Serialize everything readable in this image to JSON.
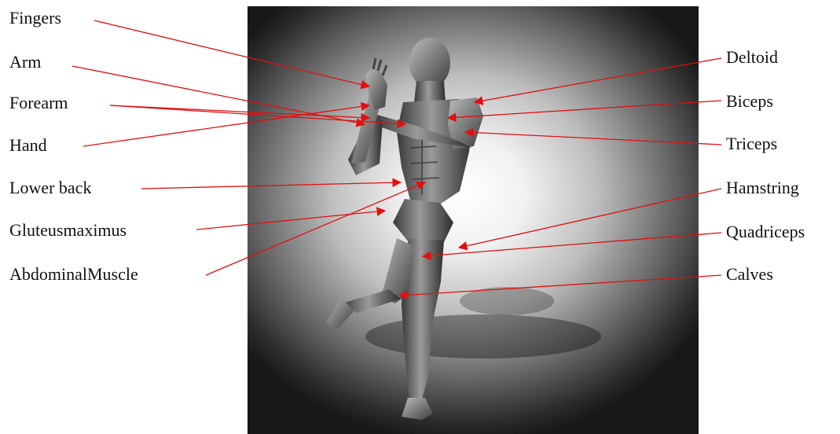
{
  "labels_left": [
    "Fingers",
    "Arm",
    "Forearm",
    "Hand",
    "Lower back",
    "Gluteusmaximus",
    "AbdominalMuscle"
  ],
  "labels_right": [
    "Deltoid",
    "Biceps",
    "Triceps",
    "Hamstring",
    "Quadriceps",
    "Calves"
  ],
  "colors": {
    "arrow": "#e01010",
    "text": "#111111"
  }
}
